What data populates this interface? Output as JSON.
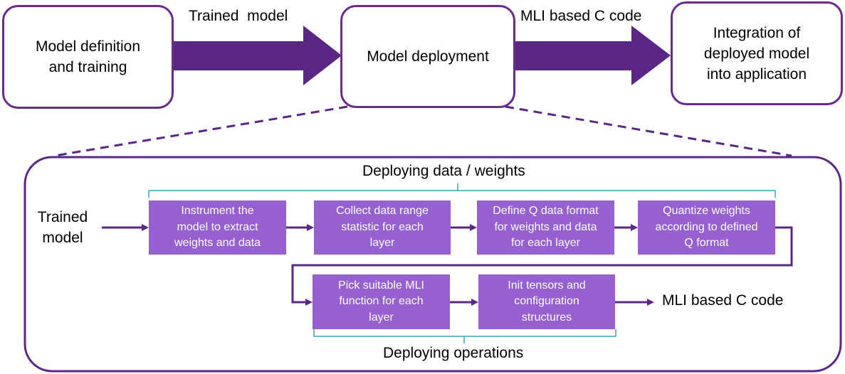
{
  "top_flow": {
    "boxes": [
      {
        "id": "model-definition",
        "text": "Model definition\nand training"
      },
      {
        "id": "model-deployment",
        "text": "Model deployment"
      },
      {
        "id": "integration",
        "text": "Integration of\ndeployed model\ninto application"
      }
    ],
    "arrows": [
      {
        "id": "trained-model",
        "label": "Trained  model"
      },
      {
        "id": "mli-code",
        "label": "MLI based C code"
      }
    ]
  },
  "detail": {
    "input_label": "Trained\nmodel",
    "output_label": "MLI based C code",
    "data_group_label": "Deploying data / weights",
    "ops_group_label": "Deploying operations",
    "data_steps": [
      "Instrument the\nmodel to extract\nweights and data",
      "Collect data range\nstatistic for each\nlayer",
      "Define Q data format\nfor weights and data\nfor each layer",
      "Quantize weights\naccording to defined\nQ format"
    ],
    "ops_steps": [
      "Pick suitable MLI\nfunction for each\nlayer",
      "Init tensors and\nconfiguration\nstructures"
    ]
  },
  "colors": {
    "outline": "#6b2a8f",
    "arrow": "#5a2884",
    "step_fill": "#9660d1",
    "brace": "#3aa6b9"
  }
}
